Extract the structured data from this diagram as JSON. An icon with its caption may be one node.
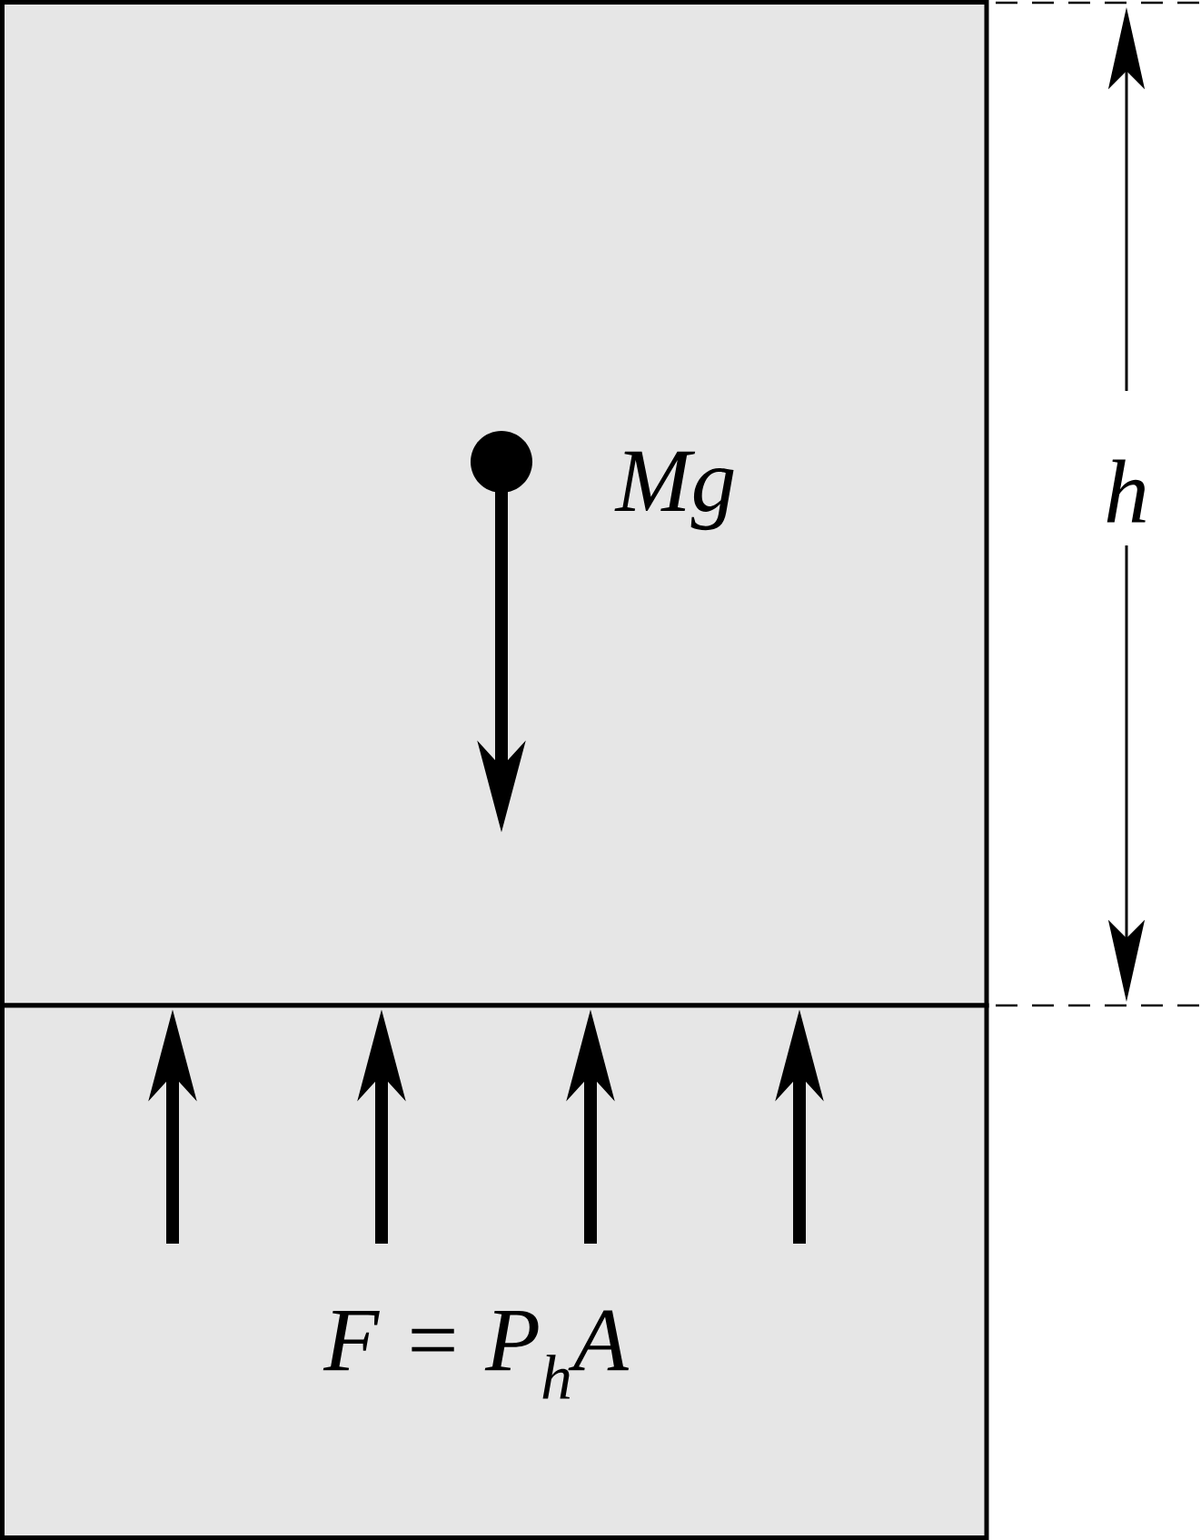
{
  "diagram": {
    "labels": [
      "Mg",
      "F = P$_{h}$A",
      "h"
    ]
  }
}
